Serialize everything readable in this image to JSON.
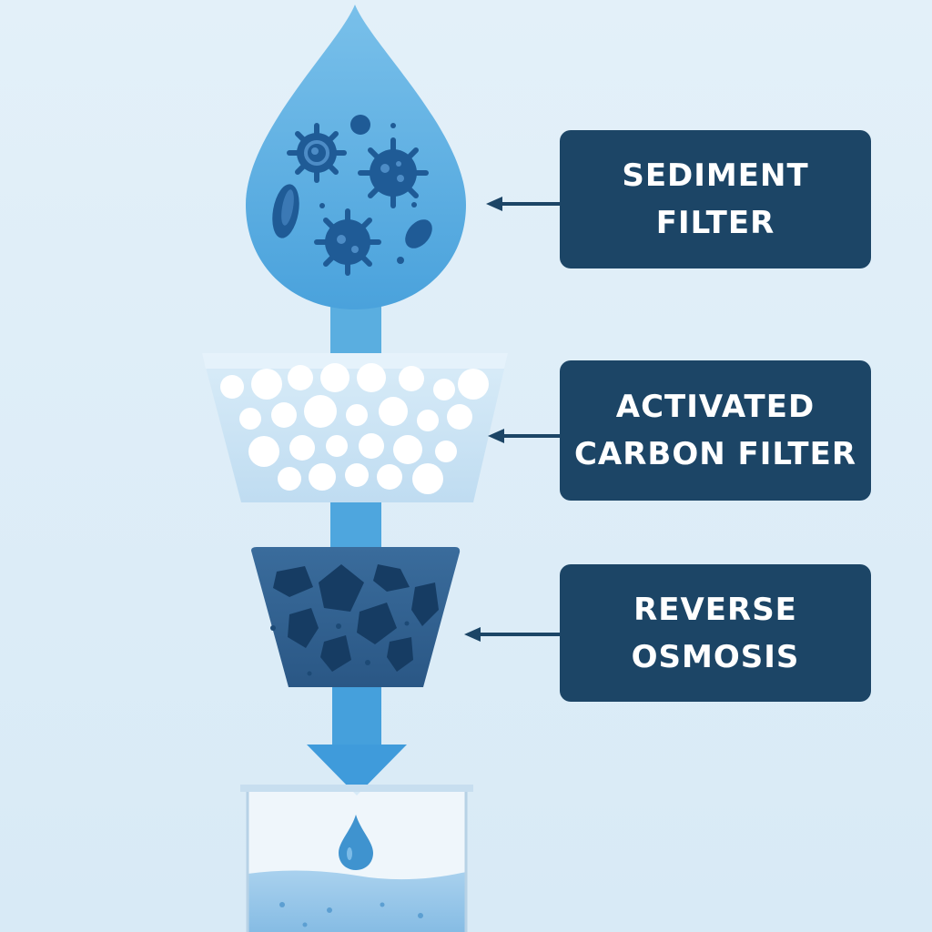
{
  "stages": [
    {
      "id": "sediment",
      "label": "SEDIMENT\nFILTER"
    },
    {
      "id": "carbon",
      "label": "ACTIVATED\nCARBON FILTER"
    },
    {
      "id": "ro",
      "label": "REVERSE\nOSMOSIS"
    }
  ],
  "colors": {
    "background": "#dfeef8",
    "label_box": "#1c4566",
    "label_text": "#ffffff",
    "water": "#5aaee0",
    "flow": "#4aa3df",
    "contaminant": "#1f5b96",
    "pebble_layer": "#cfe6f6",
    "carbon_layer": "#2f5f8f",
    "carbon_granule": "#163c63",
    "glass": "#f2f8fc",
    "clean_water": "#9cc8e8"
  }
}
